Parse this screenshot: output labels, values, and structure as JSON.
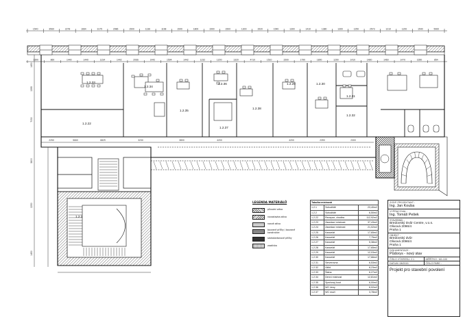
{
  "dims_top": [
    "1540",
    "3560",
    "2278",
    "1664",
    "3175",
    "2986",
    "1500",
    "1136",
    "1198",
    "1540",
    "1800",
    "1900",
    "1500",
    "1300",
    "1520",
    "1540",
    "1300",
    "1410",
    "1380",
    "1300",
    "1250",
    "2573",
    "1210",
    "1200",
    "1540",
    "5060"
  ],
  "dims_row2": [
    "1390",
    "860",
    "1440",
    "1440",
    "1234",
    "1442",
    "2066",
    "1442",
    "1594",
    "1442",
    "1232",
    "1200",
    "1320",
    "4710",
    "1510",
    "1500",
    "1790",
    "1800",
    "1290",
    "1410",
    "1480",
    "1460",
    "1470",
    "1650",
    "854"
  ],
  "dims_left": [
    "1450",
    "1395",
    "7050",
    "3800",
    "2250",
    "1450"
  ],
  "dims_mid": [
    "2250",
    "6829",
    "5660",
    "3230",
    "3800",
    "4200",
    "4200",
    "2390",
    "2300"
  ],
  "rooms": [
    {
      "id": "1.2.33",
      "name": "1.2.33"
    },
    {
      "id": "1.2.34",
      "name": "1.2.34"
    },
    {
      "id": "1.2.35",
      "name": "1.2.35"
    },
    {
      "id": "1.2.36",
      "name": "1.2.36"
    },
    {
      "id": "1.2.37",
      "name": "1.2.37"
    },
    {
      "id": "1.2.38",
      "name": "1.2.38"
    },
    {
      "id": "1.2.29",
      "name": "1.2.29"
    },
    {
      "id": "1.2.30",
      "name": "1.2.30"
    },
    {
      "id": "1.2.31",
      "name": "1.2.31"
    },
    {
      "id": "1.2.32",
      "name": "1.2.32"
    },
    {
      "id": "1.2.22",
      "name": "1.2.22"
    },
    {
      "id": "1.2.1",
      "name": "1.2.1"
    }
  ],
  "legend": {
    "title": "LEGENDA MATERIÁLŮ",
    "items": [
      {
        "label": "původní zdivo",
        "pattern": "cross"
      },
      {
        "label": "novostavba zdivo",
        "pattern": "diag"
      },
      {
        "label": "nosné zdivo",
        "pattern": "dots"
      },
      {
        "label": "bourané příčky / bourané konstrukce",
        "pattern": "gray"
      },
      {
        "label": "sádrokartonové příčky",
        "pattern": "dark"
      },
      {
        "label": "zazdívka",
        "pattern": "hatch"
      }
    ]
  },
  "table": {
    "title": "Tabulka místností",
    "rows": [
      [
        "1.2.1",
        "Schodiště",
        "23,40m2"
      ],
      [
        "1.2.2",
        "Schodiště",
        "6,50m2"
      ],
      [
        "1.2.22",
        "Recepce, chodba",
        "112,92m2"
      ],
      [
        "1.2.23",
        "Zasedací místnost",
        "37,43m2"
      ],
      [
        "1.2.24",
        "Zasedací místnost",
        "21,02m2"
      ],
      [
        "1.2.25",
        "Kancelář",
        "17,65m2"
      ],
      [
        "1.2.26",
        "Kancelář",
        "7,75m2"
      ],
      [
        "1.2.27",
        "Kancelář",
        "5,38m2"
      ],
      [
        "1.2.28",
        "Kancelář",
        "17,65m2"
      ],
      [
        "1.2.29",
        "Kancelář",
        "12,03m2"
      ],
      [
        "1.2.30",
        "Kancelář",
        "17,66m2"
      ],
      [
        "1.2.31",
        "Serverovna",
        "6,53m2"
      ],
      [
        "1.2.32",
        "Úklid",
        "8,23m2"
      ],
      [
        "1.2.33",
        "Šatna",
        "6,27m2"
      ],
      [
        "1.2.34",
        "Denní místnost",
        "12,81m2"
      ],
      [
        "1.2.35",
        "Sprchový kout",
        "6,00m2"
      ],
      [
        "1.2.36",
        "WC ženy",
        "6,02m2"
      ],
      [
        "1.2.37",
        "WC muži",
        "3,78m2"
      ]
    ]
  },
  "title_block": {
    "projektant_cap": "ZODP. PROJEKTANT :",
    "projektant": "Ing. Jan Kouba",
    "vypracoval_cap": "VYPRACOVAL :",
    "vypracoval": "Ing. Tomáš Pešek",
    "stavebnik_cap": "STAVEBNÍK :",
    "stavebnik": "Bredovský Dvůr Centre, v.o.s.\nOlivová 2096/4\nPraha 1",
    "objekt_cap": "OBJEKT :",
    "objekt": "Bredovský dvůr\nOlivová 2096/4\nPraha 1",
    "dokumentace_cap": "DOKUMENTACE :",
    "dokumentace": "Půdorys - nový stav",
    "cislo_cap": "ČÍSLO VÝKRESU: 2.1",
    "meritko_cap": "MĚŘÍTKO : M1:100",
    "datum_cap": "DATUM: 08/2015",
    "pare_cap": "ČÍSLO PARE :",
    "stupen": "Projekt pro stavební povolení"
  }
}
